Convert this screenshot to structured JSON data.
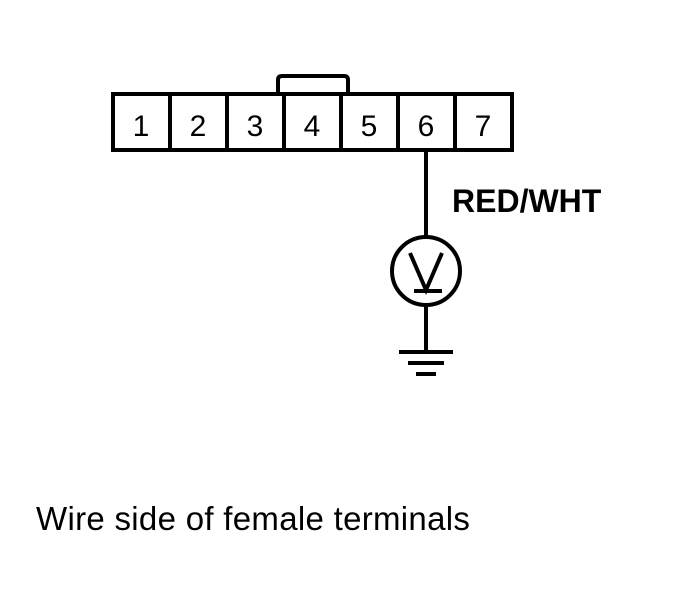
{
  "connector": {
    "terminals": [
      "1",
      "2",
      "3",
      "4",
      "5",
      "6",
      "7"
    ],
    "probed_terminal": "6"
  },
  "wire": {
    "color_label": "RED/WHT"
  },
  "caption": "Wire side of female terminals"
}
